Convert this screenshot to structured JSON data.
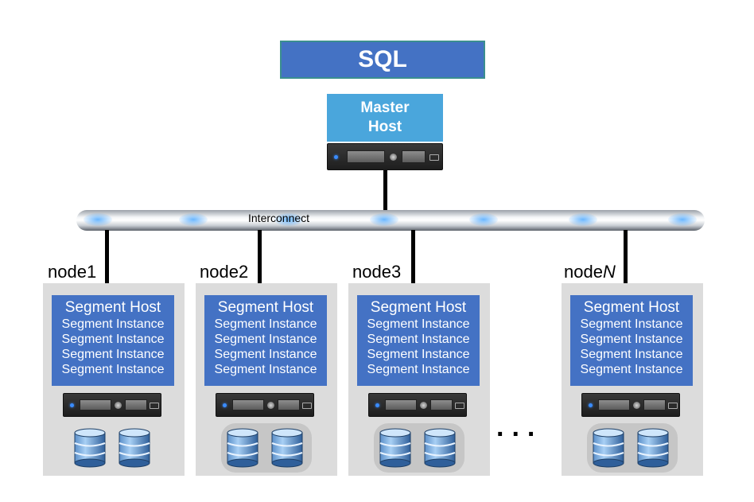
{
  "sql": {
    "label": "SQL"
  },
  "master": {
    "line1": "Master",
    "line2": "Host"
  },
  "interconnect": {
    "label": "Interconnect"
  },
  "nodes": [
    {
      "name": "node1",
      "title": "Segment Host",
      "instances": [
        "Segment Instance",
        "Segment Instance",
        "Segment Instance",
        "Segment Instance"
      ]
    },
    {
      "name": "node2",
      "title": "Segment Host",
      "instances": [
        "Segment Instance",
        "Segment Instance",
        "Segment Instance",
        "Segment Instance"
      ]
    },
    {
      "name": "node3",
      "title": "Segment Host",
      "instances": [
        "Segment Instance",
        "Segment Instance",
        "Segment Instance",
        "Segment Instance"
      ]
    },
    {
      "name_prefix": "node",
      "name_suffix": "N",
      "title": "Segment Host",
      "instances": [
        "Segment Instance",
        "Segment Instance",
        "Segment Instance",
        "Segment Instance"
      ]
    }
  ],
  "ellipsis": "...",
  "colors": {
    "sql": "#4472c4",
    "master": "#4aa6dc",
    "segment": "#4472c4",
    "panel": "#dcdcdc"
  },
  "icons": {
    "server": "server-rack-icon",
    "database": "database-cylinder-icon"
  }
}
